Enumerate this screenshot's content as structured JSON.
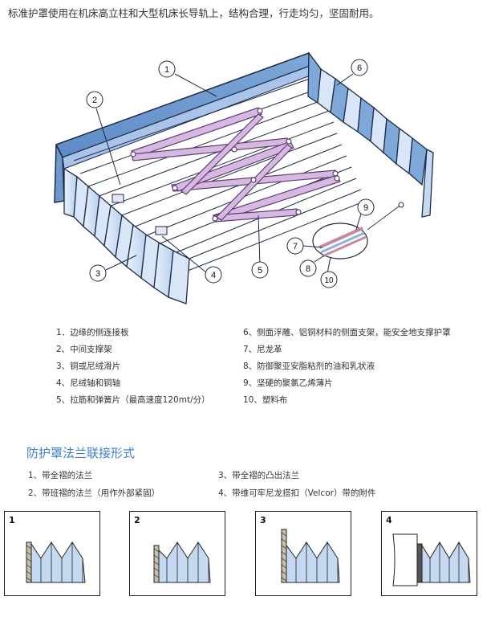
{
  "intro_text": "标准护罩使用在机床高立柱和大型机床长导轨上，结构合理，行走均匀，坚固耐用。",
  "diagram": {
    "callouts": [
      "1",
      "2",
      "3",
      "4",
      "5",
      "6",
      "7",
      "8",
      "9",
      "10"
    ]
  },
  "legend_left": [
    "1．边缘的侧连接板",
    "2、中间支撑架",
    "3、铜或尼绒滑片",
    "4、尼绒轴和铜轴",
    "5、拉筋和弹簧片（最高速度120mt/分）"
  ],
  "legend_right": [
    "6、侧面浮雕、铝铜材料的侧面支架，能安全地支撑护罩",
    "7、尼龙革",
    "8、防御聚亚安脂粘剂的油和乳状液",
    "9、坚硬的聚氯乙烯薄片",
    "10、塑料布"
  ],
  "flange": {
    "title": "防护罩法兰联接形式",
    "items": [
      "1、带全褶的法兰",
      "2、带班褶的法兰（用作外部紧固）",
      "3、带全褶的凸出法兰",
      "4、带维可牢尼龙搭扣（Velcor）带的附件"
    ],
    "boxes": [
      "1",
      "2",
      "3",
      "4"
    ]
  },
  "colors": {
    "accent": "#3d7fd0",
    "bellows_fill": "#c5daf2",
    "frame": "#8fb1dc",
    "link": "#d6b8e2"
  }
}
